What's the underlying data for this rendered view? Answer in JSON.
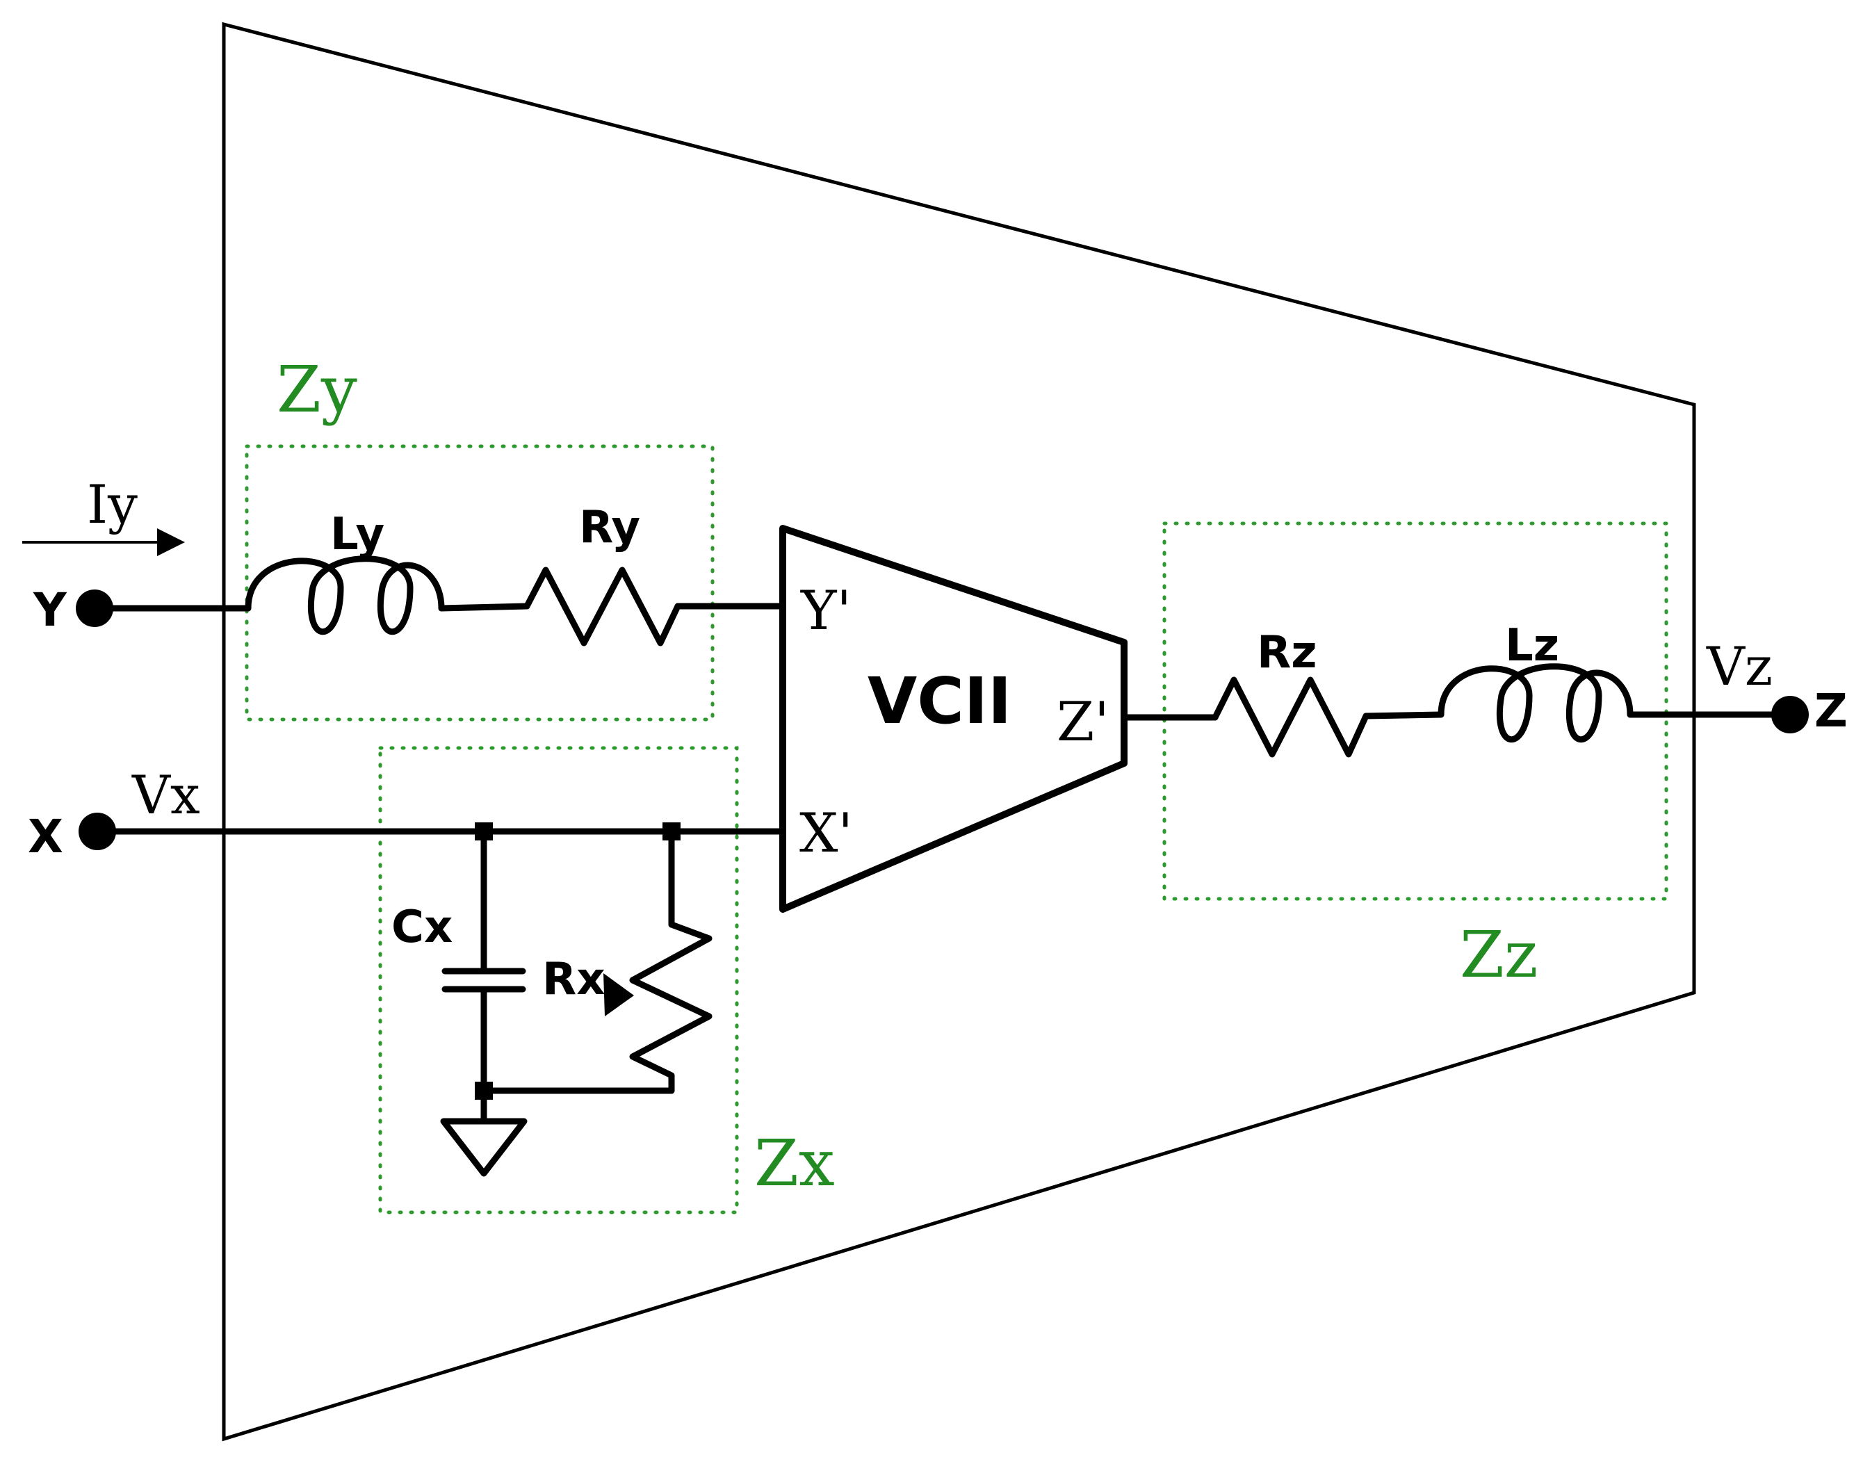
{
  "terminals": {
    "y": "Y",
    "x": "X",
    "z": "Z"
  },
  "signals": {
    "iy": "Iy",
    "vx": "Vx",
    "vz": "Vz"
  },
  "core": {
    "name": "VCII",
    "y_port": "Y'",
    "x_port": "X'",
    "z_port": "Z'"
  },
  "components": {
    "ly": "Ly",
    "ry": "Ry",
    "cx": "Cx",
    "rx": "Rx",
    "rz": "Rz",
    "lz": "Lz"
  },
  "impedances": {
    "zy": "Zy",
    "zx": "Zx",
    "zz": "Zz"
  },
  "colors": {
    "impedance_box": "#2e9a2e",
    "impedance_label": "#228b22",
    "wire": "#000000"
  }
}
